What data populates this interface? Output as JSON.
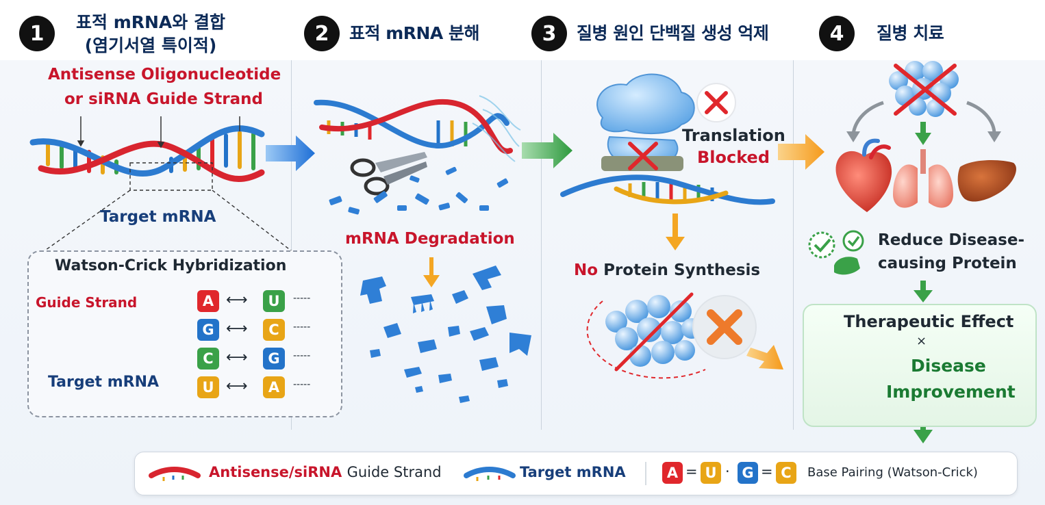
{
  "steps": [
    {
      "num": "1",
      "title_line1": "표적 mRNA와 결합",
      "title_line2": "(염기서열 특이적)"
    },
    {
      "num": "2",
      "title": "표적 mRNA 분해"
    },
    {
      "num": "3",
      "title": "질병 원인 단백질 생성 억제"
    },
    {
      "num": "4",
      "title": "질병 치료"
    }
  ],
  "panel1": {
    "guide_label_line1": "Antisense Oligonucleotide",
    "guide_label_line2": "or siRNA Guide Strand",
    "target_label": "Target mRNA",
    "wc_title": "Watson-Crick Hybridization",
    "wc_guide_label": "Guide Strand",
    "wc_target_label": "Target mRNA",
    "pairs": [
      {
        "left": "A",
        "right": "U"
      },
      {
        "left": "G",
        "right": "C"
      },
      {
        "left": "C",
        "right": "G"
      },
      {
        "left": "U",
        "right": "A"
      }
    ],
    "pair_arrow": "⟷",
    "pair_trail": "-----"
  },
  "panel2": {
    "degradation_label": "mRNA Degradation"
  },
  "panel3": {
    "translation_line1": "Translation",
    "translation_line2": "Blocked",
    "no_label": "No",
    "synthesis_label": "Protein Synthesis"
  },
  "panel4": {
    "reduce_line1": "Reduce Disease-",
    "reduce_line2": "causing Protein",
    "effect_title": "Therapeutic Effect",
    "times": "×",
    "improve_line1": "Disease",
    "improve_line2": "Improvement"
  },
  "legend": {
    "guide_red": "Antisense/siRNA",
    "guide_rest": "Guide Strand",
    "target": "Target mRNA",
    "eq": "=",
    "dot": "·",
    "pair_a": "A",
    "pair_u": "U",
    "pair_g": "G",
    "pair_c": "C",
    "base_pairing": "Base Pairing (Watson-Crick)"
  },
  "colors": {
    "A": "#e0272c",
    "U": "#e8a516",
    "G": "#2373c9",
    "C": "#3aa148",
    "guide_strand": "#d8252f",
    "target_strand": "#2c7bd0",
    "arrow_blue": "#2f86e0",
    "arrow_green": "#3aa148",
    "arrow_orange": "#f4a623"
  }
}
